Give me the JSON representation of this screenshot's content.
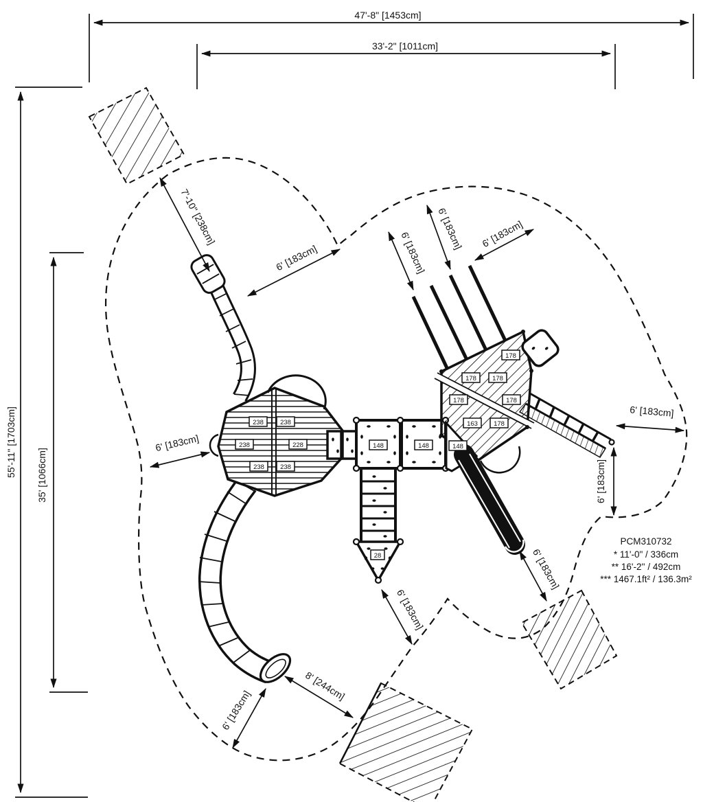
{
  "drawing": {
    "product_code": "PCM310732",
    "notes": {
      "line1": "* 11'-0\" / 336cm",
      "line2": "** 16'-2'' / 492cm",
      "line3": "*** 1467.1ft² / 136.3m²"
    },
    "dims": {
      "overall_width": "47'-8\" [1453cm]",
      "inner_width": "33'-2\" [1011cm]",
      "overall_depth": "55'-11\" [1703cm]",
      "inner_depth": "35' [1066cm]",
      "slide_exit_clearance": "7'-10\" [238cm]",
      "use_zone_6ft": "6' [183cm]",
      "use_zone_8ft": "8' [244cm]"
    },
    "deck_heights": {
      "left_hex": [
        "238",
        "238",
        "238",
        "228",
        "238",
        "238"
      ],
      "right_hex": [
        "178",
        "178",
        "178",
        "178",
        "178",
        "163",
        "178"
      ],
      "squares": [
        "148",
        "148",
        "148"
      ],
      "triangle": "28"
    }
  }
}
